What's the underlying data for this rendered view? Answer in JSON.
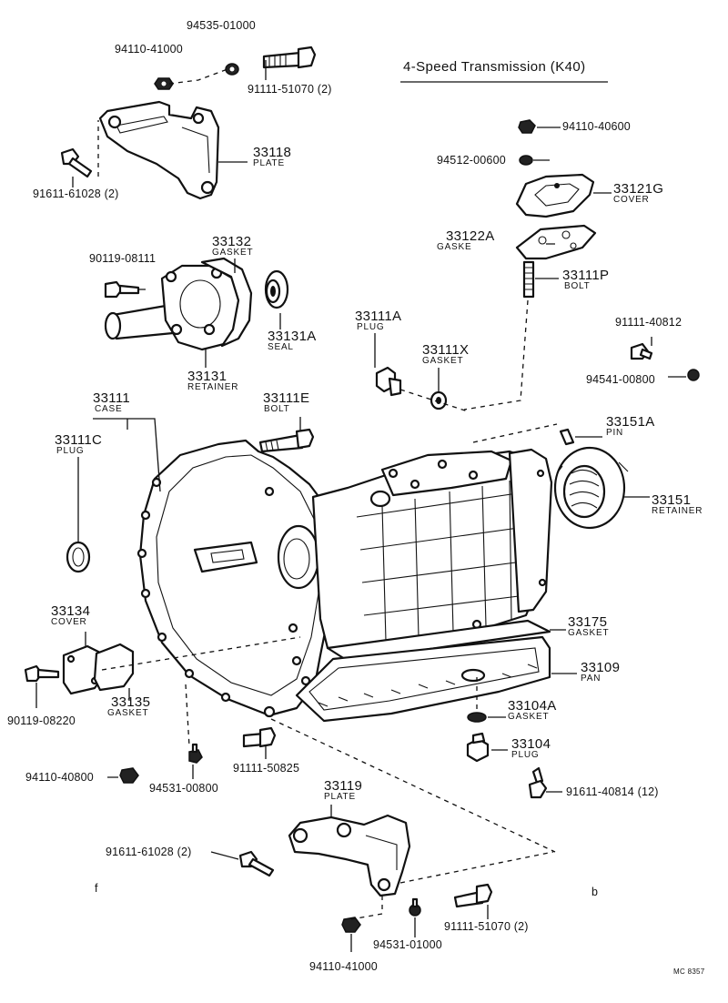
{
  "title": "4-Speed Transmission (K40)",
  "drawing_code": "MC 8357",
  "stray_marks": {
    "left": "f",
    "right": "b"
  },
  "labels": {
    "p94535_01000": "94535-01000",
    "p94110_41000_top": "94110-41000",
    "p91111_51070_top": "91111-51070 (2)",
    "p33118": "33118",
    "p33118_sub": "PLATE",
    "p91611_61028_top": "91611-61028 (2)",
    "p94110_40600": "94110-40600",
    "p94512_00600": "94512-00600",
    "p33121G": "33121G",
    "p33121G_sub": "COVER",
    "p33122A": "33122A",
    "p33122A_sub": "GASKE",
    "p33111P": "33111P",
    "p33111P_sub": "BOLT",
    "p90119_08111": "90119-08111",
    "p33132": "33132",
    "p33132_sub": "GASKET",
    "p33131A": "33131A",
    "p33131A_sub": "SEAL",
    "p33131": "33131",
    "p33131_sub": "RETAINER",
    "p33111A": "33111A",
    "p33111A_sub": "PLUG",
    "p33111X": "33111X",
    "p33111X_sub": "GASKET",
    "p91111_40812": "91111-40812",
    "p94541_00800": "94541-00800",
    "p33111": "33111",
    "p33111_sub": "CASE",
    "p33111E": "33111E",
    "p33111E_sub": "BOLT",
    "p33151A": "33151A",
    "p33151A_sub": "PIN",
    "p33111C": "33111C",
    "p33111C_sub": "PLUG",
    "p33151": "33151",
    "p33151_sub": "RETAINER",
    "p33134": "33134",
    "p33134_sub": "COVER",
    "p33175": "33175",
    "p33175_sub": "GASKET",
    "p33109": "33109",
    "p33109_sub": "PAN",
    "p33135": "33135",
    "p33135_sub": "GASKET",
    "p90119_08220": "90119-08220",
    "p33104A": "33104A",
    "p33104A_sub": "GASKET",
    "p33104": "33104",
    "p33104_sub": "PLUG",
    "p91111_50825": "91111-50825",
    "p94110_40800": "94110-40800",
    "p94531_00800": "94531-00800",
    "p91611_40814": "91611-40814 (12)",
    "p33119": "33119",
    "p33119_sub": "PLATE",
    "p91611_61028_bot": "91611-61028 (2)",
    "p91111_51070_bot": "91111-51070 (2)",
    "p94531_01000": "94531-01000",
    "p94110_41000_bot": "94110-41000"
  }
}
